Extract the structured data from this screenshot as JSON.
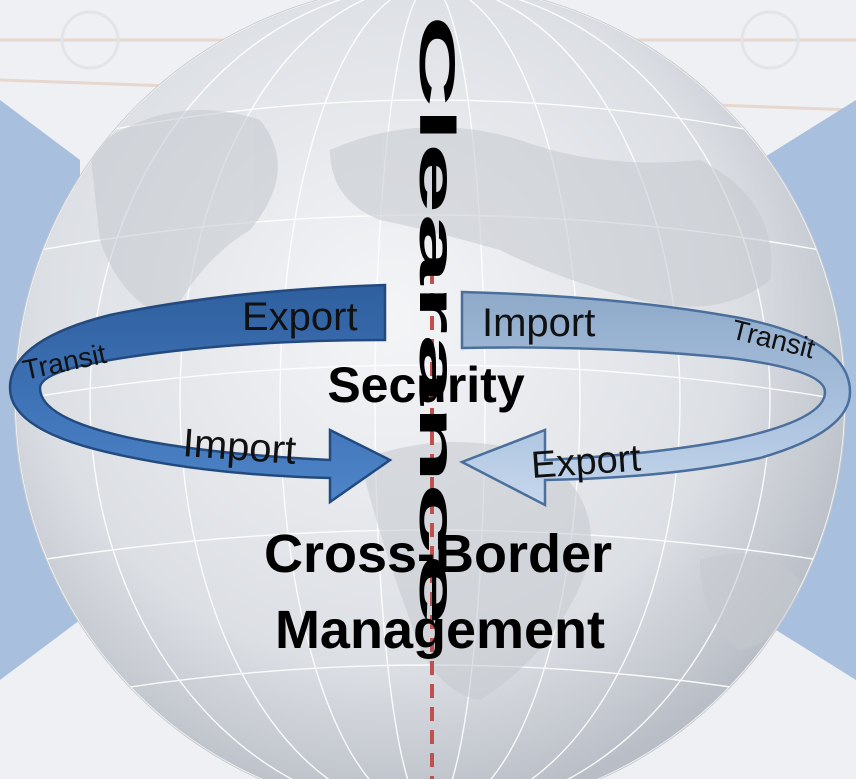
{
  "diagram": {
    "vertical_label": "Clearance",
    "center_label": "Security",
    "bottom_label_line1": "Cross-Border",
    "bottom_label_line2": "Management",
    "left_arrow": {
      "top_label": "Export",
      "side_label": "Transit",
      "bottom_label": "Import",
      "color": "#3f74b8"
    },
    "right_arrow": {
      "top_label": "Import",
      "side_label": "Transit",
      "bottom_label": "Export",
      "color": "#a9c1de"
    },
    "divider_color": "#c0504d"
  }
}
